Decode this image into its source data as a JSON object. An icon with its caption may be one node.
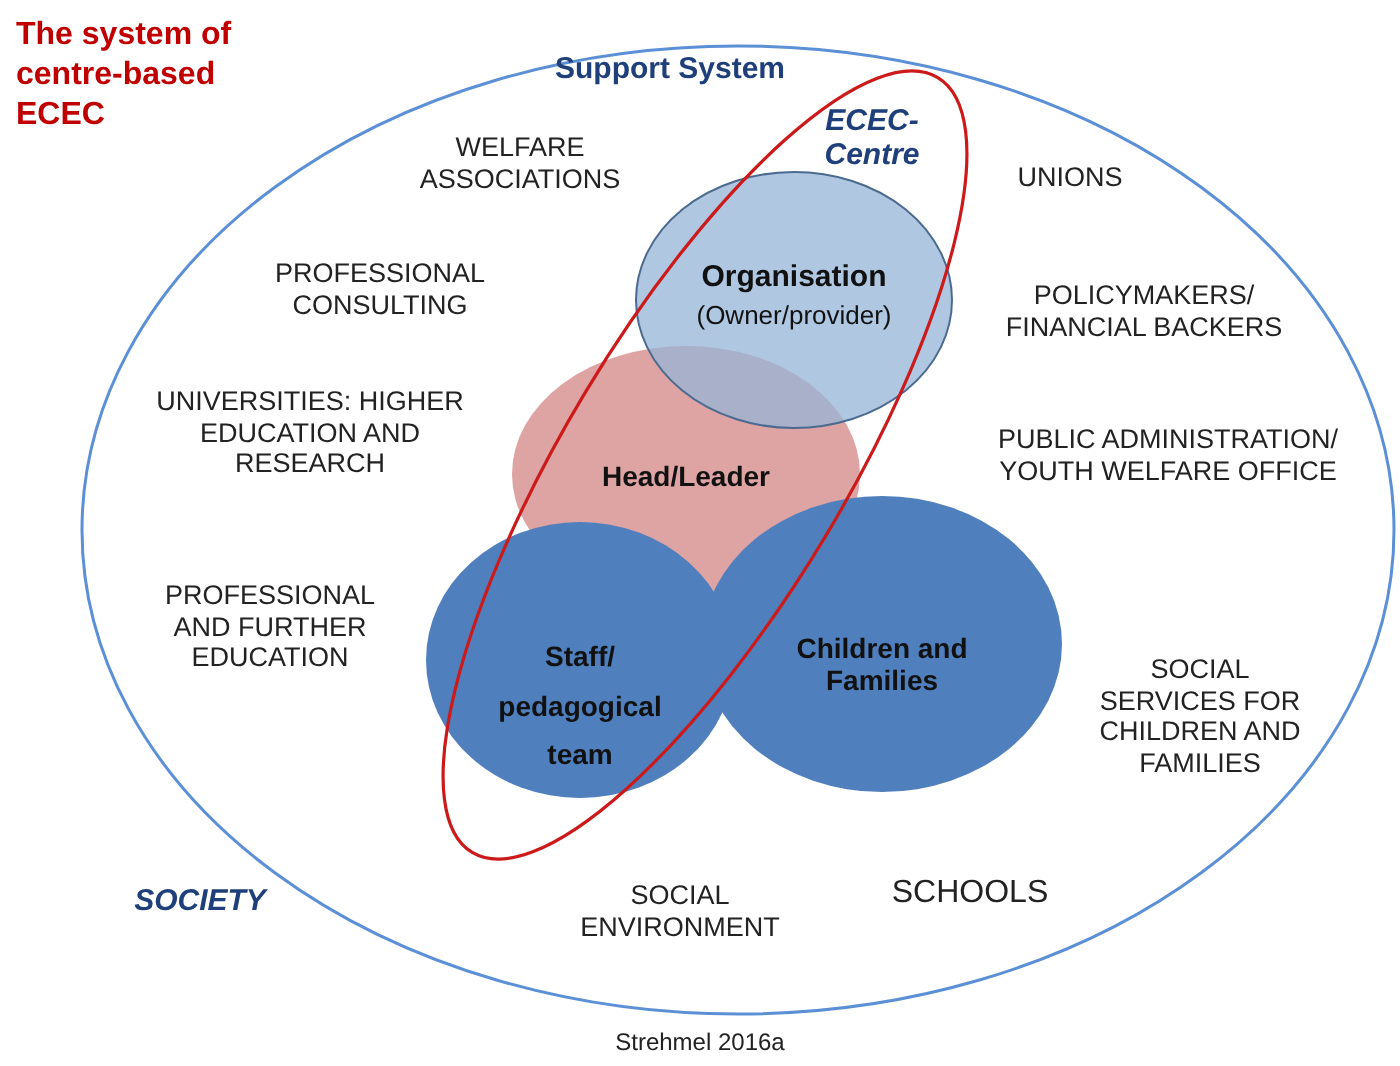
{
  "diagram": {
    "title": "The system of centre-based ECEC",
    "caption": "Strehmel 2016a",
    "nodes": [
      {
        "text": [
          "Support System"
        ]
      },
      {
        "text": [
          "ECEC-Centre"
        ],
        "in": 0
      },
      {
        "text": [
          "Organisation",
          "(Owner/provider)"
        ],
        "in": 1
      },
      {
        "text": [
          "Head/Leader"
        ],
        "in": 1
      },
      {
        "text": [
          "Staff/ pedagogical team"
        ],
        "in": 1
      },
      {
        "text": [
          "Children and Families"
        ],
        "in": 0
      }
    ],
    "edges": [],
    "labels": [
      "WELFARE ASSOCIATIONS",
      "UNIONS",
      "PROFESSIONAL CONSULTING",
      "POLICYMAKERS/ FINANCIAL BACKERS",
      "UNIVERSITIES: HIGHER EDUCATION AND RESEARCH",
      "PUBLIC ADMINISTRATION/ YOUTH WELFARE OFFICE",
      "PROFESSIONAL AND FURTHER EDUCATION",
      "SOCIAL SERVICES FOR CHILDREN AND FAMILIES",
      "SOCIETY",
      "SOCIAL ENVIRONMENT",
      "SCHOOLS"
    ]
  }
}
